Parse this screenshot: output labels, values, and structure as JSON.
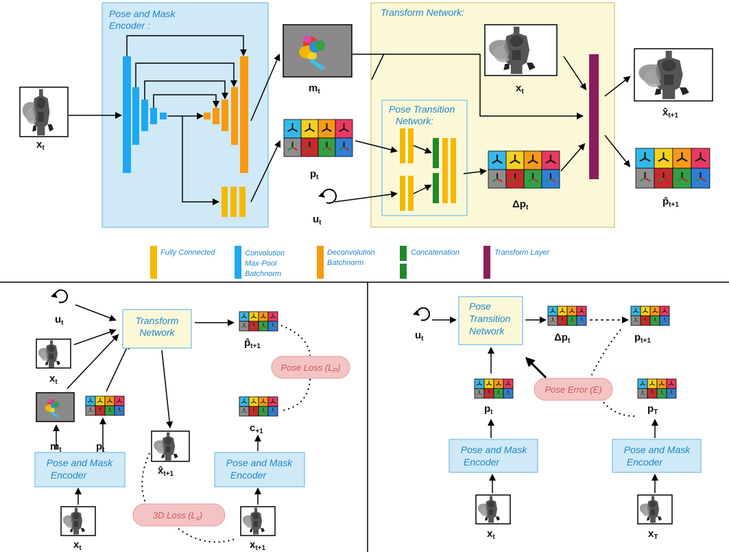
{
  "colors": {
    "encoder_bg": "#cfe9f7",
    "encoder_border": "#8cc8e8",
    "transform_bg": "#fbf8d8",
    "transform_border": "#d4ce8a",
    "fc": "#f5b800",
    "conv": "#1ea8f2",
    "deconv": "#f79a0e",
    "concat": "#1f8a2a",
    "transform_layer": "#8c1d5b",
    "loss_bg": "#f3c4c3",
    "loss_border": "#e49a9a",
    "title_blue": "#1f86c8",
    "pose_cells": [
      "#35b8e8",
      "#f2d021",
      "#f59a1a",
      "#e83a62",
      "#8e8e8e",
      "#c8292d",
      "#33a046",
      "#2f7fd8"
    ]
  },
  "top": {
    "encoder_title_line1": "Pose and Mask",
    "encoder_title_line2": "Encoder :",
    "transform_title": "Transform Network:",
    "pose_transition_line1": "Pose Transition",
    "pose_transition_line2": "Network:",
    "x_t": {
      "base": "x",
      "sub": "t"
    },
    "m_t": {
      "base": "m",
      "sub": "t"
    },
    "p_t": {
      "base": "p",
      "sub": "t"
    },
    "u_t": {
      "base": "u",
      "sub": "t"
    },
    "x_t_right": {
      "base": "x",
      "sub": "t"
    },
    "dp_t": {
      "base": "Δp",
      "sub": "t"
    },
    "xhat_t1": {
      "base": "x̂",
      "sub": "t+1"
    },
    "phat_t1": {
      "base": "p̂",
      "sub": "t+1"
    }
  },
  "legend": {
    "fc": "Fully Connected",
    "conv_line1": "Convolution",
    "conv_line2": "Max-Pool",
    "conv_line3": "Batchnorm",
    "deconv_line1": "Deconvolution",
    "deconv_line2": "Batchnorm",
    "concat": "Concatenation",
    "transform_layer": "Transform Layer"
  },
  "bottom_left": {
    "u_t": {
      "base": "u",
      "sub": "t"
    },
    "x_t": {
      "base": "x",
      "sub": "t"
    },
    "m_t": {
      "base": "m",
      "sub": "t"
    },
    "p_t": {
      "base": "p",
      "sub": "t"
    },
    "transform_line1": "Transform",
    "transform_line2": "Network",
    "phat_t1": {
      "base": "p̂",
      "sub": "t+1"
    },
    "pose_loss": "Pose Loss (L",
    "pose_loss_sub": "P",
    "pose_loss_end": ")",
    "c_t1": {
      "base": "c",
      "sub": "+1"
    },
    "xhat_t1": {
      "base": "x̂",
      "sub": "t+1"
    },
    "enc_left_line1": "Pose and Mask",
    "enc_left_line2": "Encoder",
    "enc_right_line1": "Pose and Mask",
    "enc_right_line2": "Encoder",
    "loss3d": "3D Loss (L",
    "loss3d_sub": "x",
    "loss3d_end": ")",
    "x_t_bottom": {
      "base": "x",
      "sub": "t"
    },
    "x_t1_bottom": {
      "base": "x",
      "sub": "t+1"
    }
  },
  "bottom_right": {
    "u_t": {
      "base": "u",
      "sub": "t"
    },
    "ptn_line1": "Pose",
    "ptn_line2": "Transition",
    "ptn_line3": "Network",
    "dp_t": {
      "base": "Δp",
      "sub": "t"
    },
    "p_t1": {
      "base": "p",
      "sub": "t+1"
    },
    "p_t": {
      "base": "p",
      "sub": "t"
    },
    "pose_error": "Pose Error (E)",
    "p_T": {
      "base": "p",
      "sub": "T"
    },
    "enc_left_line1": "Pose and Mask",
    "enc_left_line2": "Encoder",
    "enc_right_line1": "Pose and Mask",
    "enc_right_line2": "Encoder",
    "x_t": {
      "base": "x",
      "sub": "t"
    },
    "x_T": {
      "base": "x",
      "sub": "T"
    }
  }
}
